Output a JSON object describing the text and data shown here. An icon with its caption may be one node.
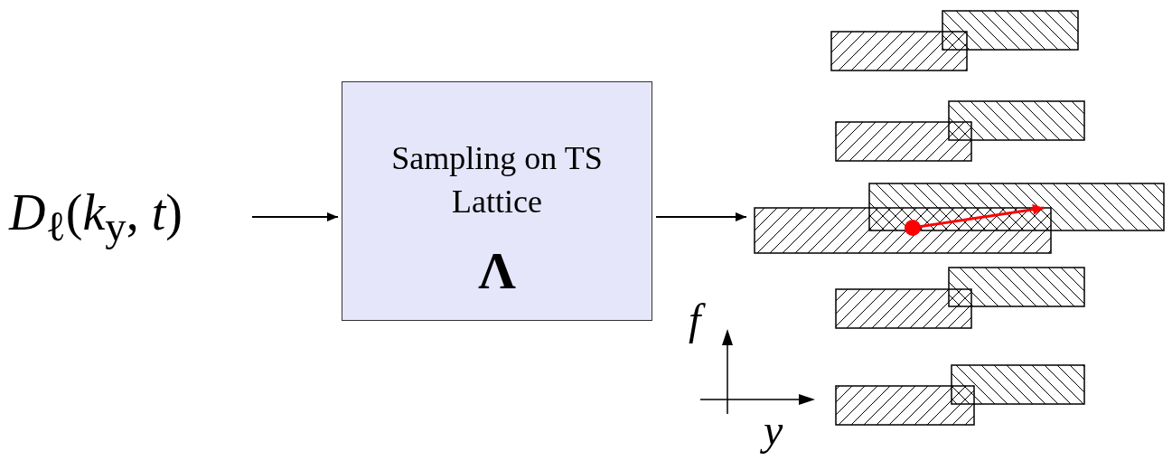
{
  "diagram": {
    "nodes": [
      {
        "text": [
          "*D*$_{ℓ}$(*k*$_{y}$, *t*)"
        ]
      },
      {
        "text": [
          "Sampling on TS Lattice",
          "Λ"
        ]
      },
      {
        "text": [],
        "shape": "picture"
      }
    ],
    "edges": [
      {
        "from": 0,
        "to": 1,
        "arrow": "to"
      },
      {
        "from": 1,
        "to": 2,
        "arrow": "to"
      }
    ],
    "labels": [
      "f",
      "y"
    ]
  }
}
